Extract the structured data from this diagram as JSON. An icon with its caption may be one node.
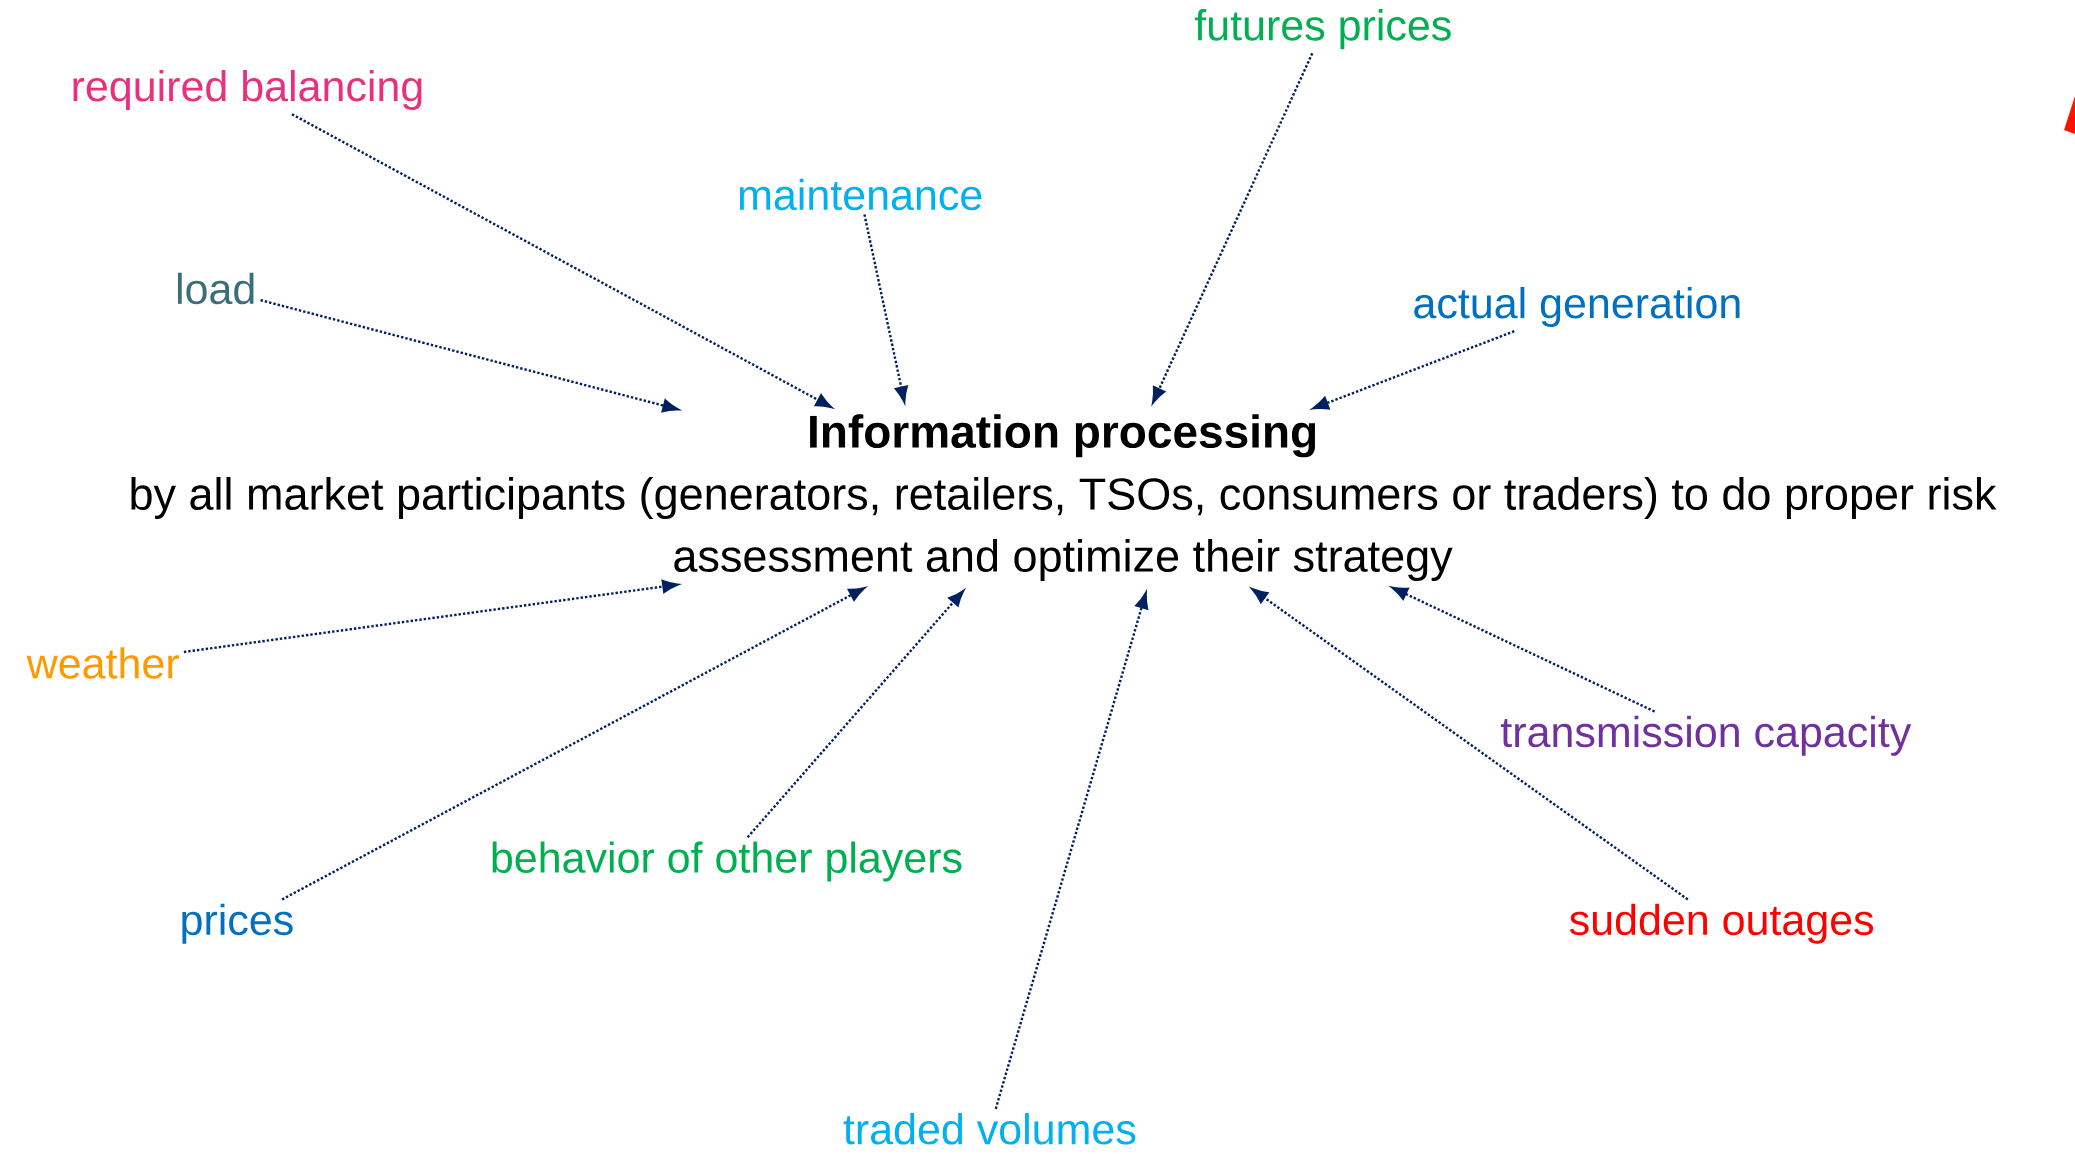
{
  "diagram": {
    "nodes": [
      {
        "text": [
          "Information processing",
          "by all market participants (generators, retailers, TSOs, consumers or traders) to do proper risk assessment and optimize their strategy"
        ]
      },
      {
        "text": [
          "required balancing"
        ]
      },
      {
        "text": [
          "futures prices"
        ]
      },
      {
        "text": [
          "maintenance"
        ]
      },
      {
        "text": [
          "load"
        ]
      },
      {
        "text": [
          "actual generation"
        ]
      },
      {
        "text": [
          "weather"
        ]
      },
      {
        "text": [
          "transmission capacity"
        ]
      },
      {
        "text": [
          "prices"
        ]
      },
      {
        "text": [
          "behavior of other players"
        ]
      },
      {
        "text": [
          "sudden outages"
        ]
      },
      {
        "text": [
          "traded volumes"
        ]
      }
    ],
    "edges": [
      {
        "from": 1,
        "to": 0,
        "arrow": "to"
      },
      {
        "from": 2,
        "to": 0,
        "arrow": "to"
      },
      {
        "from": 3,
        "to": 0,
        "arrow": "to"
      },
      {
        "from": 4,
        "to": 0,
        "arrow": "to"
      },
      {
        "from": 5,
        "to": 0,
        "arrow": "to"
      },
      {
        "from": 6,
        "to": 0,
        "arrow": "to"
      },
      {
        "from": 7,
        "to": 0,
        "arrow": "to"
      },
      {
        "from": 8,
        "to": 0,
        "arrow": "to"
      },
      {
        "from": 9,
        "to": 0,
        "arrow": "to"
      },
      {
        "from": 10,
        "to": 0,
        "arrow": "to"
      },
      {
        "from": 11,
        "to": 0,
        "arrow": "to"
      }
    ]
  }
}
